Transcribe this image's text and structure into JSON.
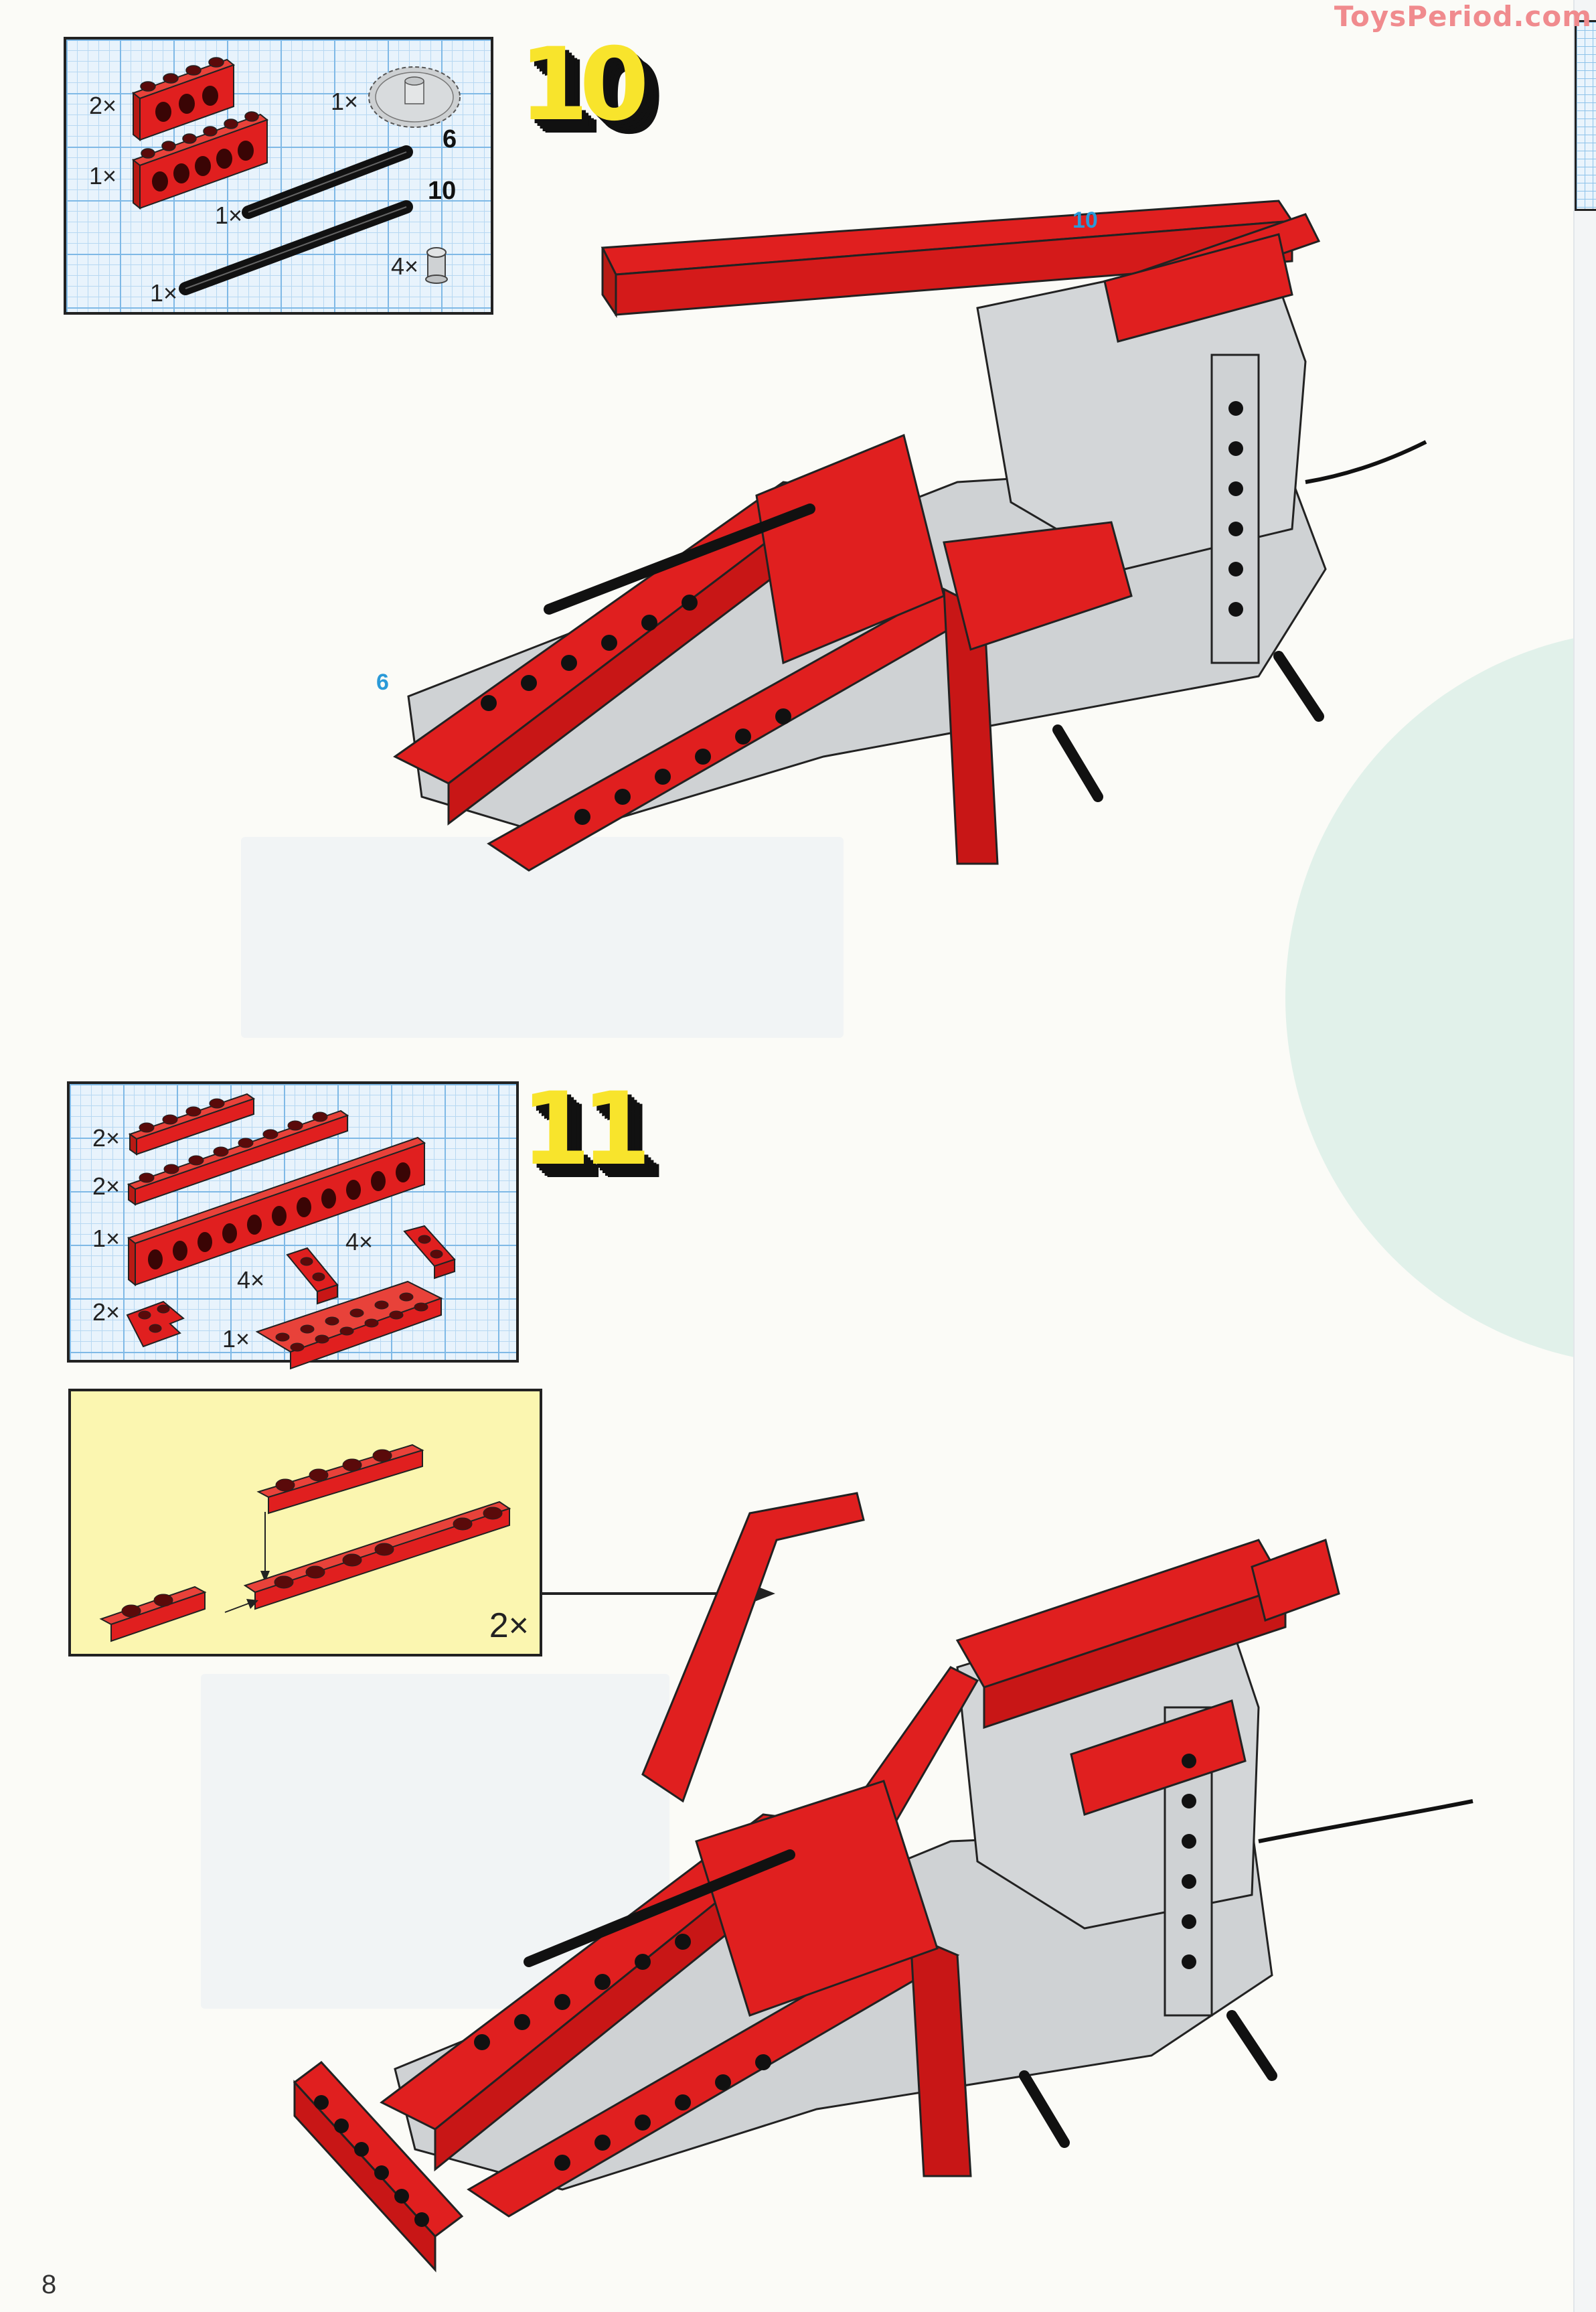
{
  "watermark": "ToysPeriod.com",
  "page_number": "8",
  "colors": {
    "brick_red": "#e01f1f",
    "brick_red_dark": "#a81010",
    "grey_part": "#cfd2d4",
    "axle_black": "#1a1a1a",
    "step_number_yellow": "#f8e42c",
    "subassembly_bg": "#fbf6b0",
    "callout_blue": "#2a9ad8",
    "grid_blue": "#7fb9e6"
  },
  "steps": [
    {
      "number": "10",
      "parts": [
        {
          "qty": "2×",
          "part": "red technic brick 1x4 with holes"
        },
        {
          "qty": "1×",
          "part": "red technic brick 1x6 with holes"
        },
        {
          "qty": "1×",
          "part": "grey gear 24 tooth"
        },
        {
          "qty": "1×",
          "part": "black axle",
          "length": "6"
        },
        {
          "qty": "1×",
          "part": "black axle",
          "length": "10"
        },
        {
          "qty": "4×",
          "part": "grey bush"
        }
      ],
      "callouts": [
        {
          "label": "10",
          "meaning": "axle length 10"
        },
        {
          "label": "6",
          "meaning": "axle length 6"
        }
      ]
    },
    {
      "number": "11",
      "parts": [
        {
          "qty": "2×",
          "part": "red plate 1x4"
        },
        {
          "qty": "2×",
          "part": "red plate 1x8"
        },
        {
          "qty": "1×",
          "part": "red technic brick 1x12 with holes"
        },
        {
          "qty": "4×",
          "part": "red hinge plate 1x2 (female)"
        },
        {
          "qty": "4×",
          "part": "red hinge plate 1x2 (male)"
        },
        {
          "qty": "2×",
          "part": "red plate 2x2 corner"
        },
        {
          "qty": "1×",
          "part": "red plate 2x6"
        }
      ],
      "subassembly": {
        "multiplier": "2×",
        "description": "hinge plate arm assembly"
      }
    }
  ]
}
